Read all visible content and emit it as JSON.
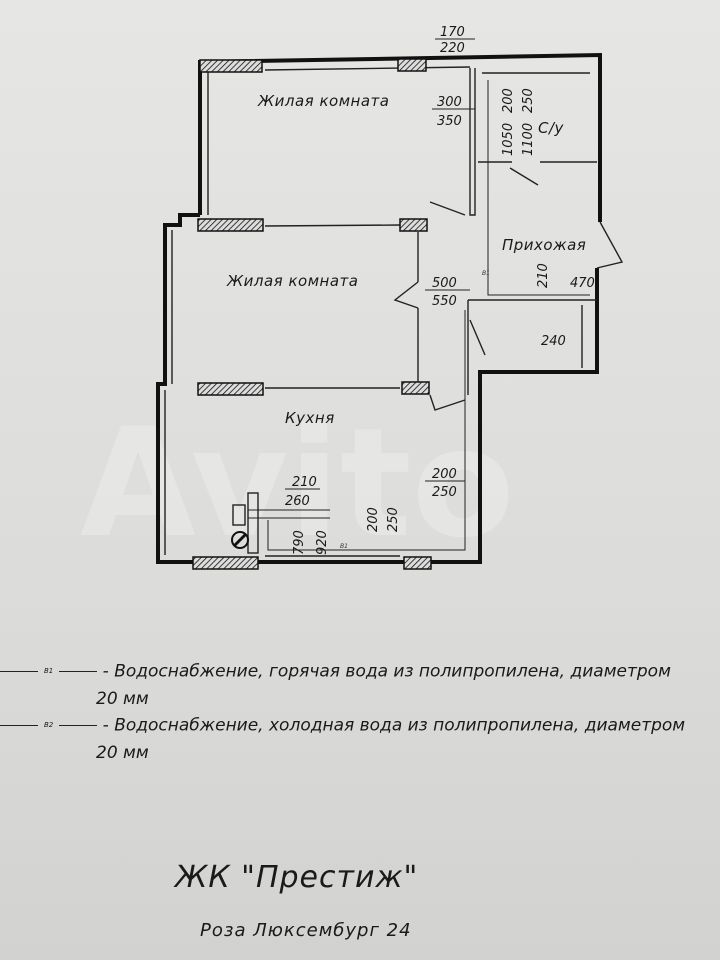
{
  "rooms": {
    "living1": "Жилая комната",
    "living2": "Жилая комната",
    "kitchen": "Кухня",
    "bathroom": "С/у",
    "hallway": "Прихожая"
  },
  "dimensions": {
    "top_a": "170",
    "top_b": "220",
    "bath_a": "300",
    "bath_b": "350",
    "bath_v1": "200",
    "bath_v2": "250",
    "bath_v3": "1050",
    "bath_v4": "1100",
    "hall_a": "500",
    "hall_b": "550",
    "hall_v": "210",
    "hall_c": "470",
    "hall_d": "240",
    "kit_a": "210",
    "kit_b": "260",
    "kit_v1": "790",
    "kit_v2": "920",
    "kit_v3": "200",
    "kit_v4": "250",
    "kit_r1": "200",
    "kit_r2": "250",
    "pipe_code": "B1"
  },
  "legend": [
    {
      "code": "B1",
      "text": "- Водоснабжение, горячая вода из полипропилена, диаметром",
      "cont": "20 мм"
    },
    {
      "code": "B2",
      "text": "- Водоснабжение, холодная вода из полипропилена, диаметром",
      "cont": "20 мм"
    }
  ],
  "title": "ЖК \"Престиж\"",
  "address": "Роза Люксембург 24",
  "watermark": "Avito"
}
